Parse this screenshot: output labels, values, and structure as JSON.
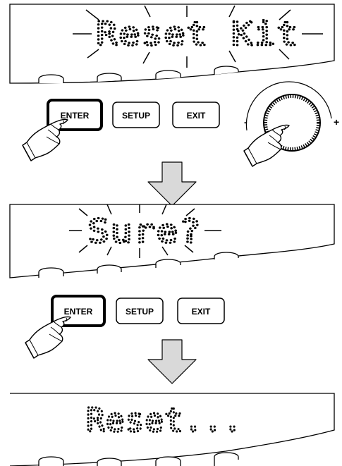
{
  "steps": [
    {
      "display": {
        "text": "Reset Kit",
        "flashing": true
      },
      "buttons": {
        "enter": "ENTER",
        "setup": "SETUP",
        "exit": "EXIT"
      },
      "pressed": "ENTER",
      "dial": {
        "minus": "-",
        "plus": "+"
      }
    },
    {
      "display": {
        "text": "Sure?",
        "flashing": true
      },
      "buttons": {
        "enter": "ENTER",
        "setup": "SETUP",
        "exit": "EXIT"
      },
      "pressed": "ENTER"
    },
    {
      "display": {
        "text": "Reset...",
        "flashing": false
      }
    }
  ],
  "colors": {
    "arrow_fill": "#d9d9d9",
    "outline": "#000000",
    "background": "#ffffff"
  }
}
